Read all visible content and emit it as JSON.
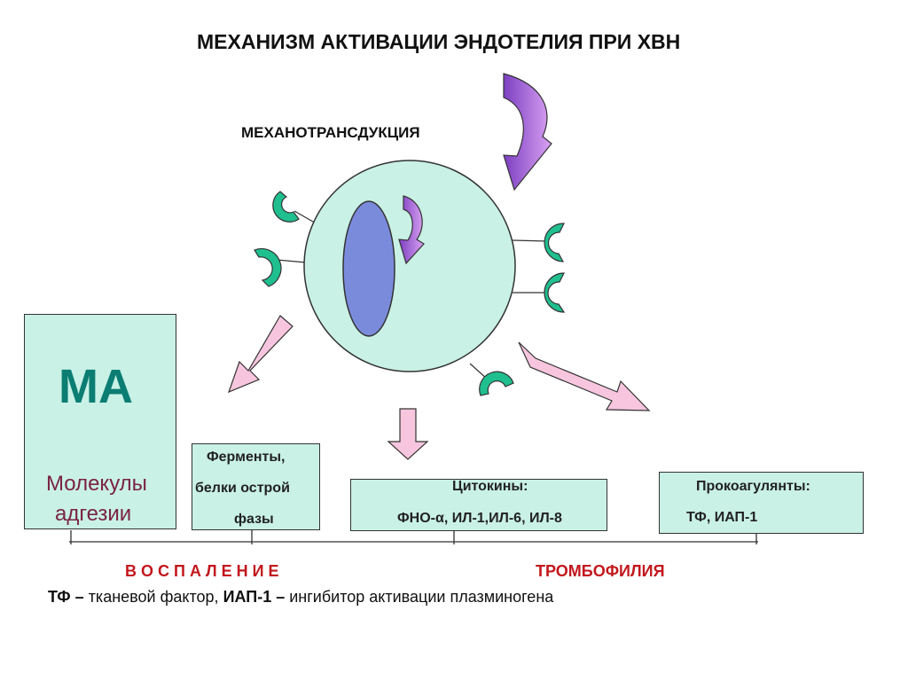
{
  "title": "МЕХАНИЗМ АКТИВАЦИИ ЭНДОТЕЛИЯ ПРИ ХВН",
  "subtitle": "МЕХАНОТРАНСДУКЦИЯ",
  "boxes": {
    "ma": {
      "abbr": "МА",
      "line1": "Молекулы",
      "line2": "адгезии"
    },
    "enzymes": {
      "line1": "Ферменты,",
      "line2": "белки острой",
      "line3": "фазы"
    },
    "cytokines": {
      "line1": "Цитокины:",
      "line2": "ФНО-α, ИЛ-1,ИЛ-6, ИЛ-8"
    },
    "procoagulants": {
      "line1": "Прокоагулянты:",
      "line2": "ТФ, ИАП-1"
    }
  },
  "outcomes": {
    "inflammation": "В О С П А Л Е Н И Е",
    "thrombophilia": "ТРОМБОФИЛИЯ"
  },
  "legend": {
    "tf_abbr": "ТФ –",
    "tf_text": " тканевой фактор, ",
    "pai_abbr": "ИАП-1 –",
    "pai_text": " ингибитор активации плазминогена"
  },
  "colors": {
    "cell_fill": "#c9f1e6",
    "nucleus_fill": "#7b8bdc",
    "receptor_fill": "#1fbf8f",
    "force_arrow": "#9a5bd6",
    "output_arrow": "#f7c6de",
    "box_fill": "#c9f1e6",
    "ma_text": "#0b7d73",
    "adhesion_text": "#7a2343",
    "outcome_text": "#c2171d"
  }
}
